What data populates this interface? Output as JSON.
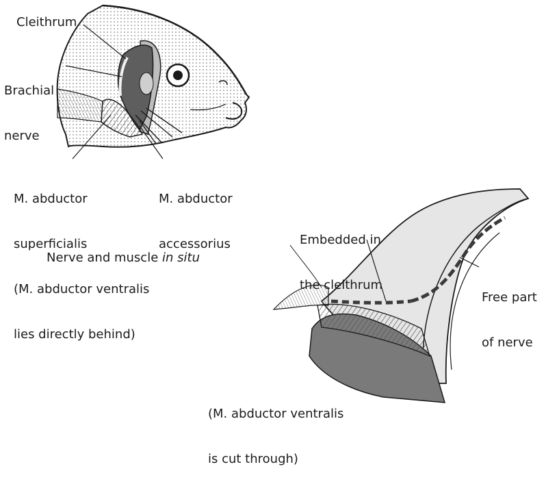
{
  "figure": {
    "in_situ": {
      "labels": {
        "cleithrum": "Cleithrum",
        "brachial_nerve": [
          "Brachial",
          "nerve"
        ],
        "abductor_superficialis": [
          "M. abductor",
          "superficialis",
          "(M. abductor ventralis",
          "lies directly behind)"
        ],
        "abductor_accessorius": [
          "M. abductor",
          "accessorius"
        ]
      },
      "caption": {
        "prefix": "Nerve and muscle ",
        "italic": "in situ"
      }
    },
    "dissection": {
      "labels": {
        "embedded": [
          "Embedded in",
          "the cleithrum"
        ],
        "free_part": [
          "Free part",
          "of nerve"
        ]
      },
      "caption": [
        "(M. abductor ventralis",
        "is cut through)"
      ]
    }
  },
  "colors": {
    "ink": "#1a1a1a",
    "body_shade": "#d9d9d9",
    "dark_shade": "#6e6e6e",
    "muscle_shade": "#8a8a8a",
    "nerve": "#3a3a3a"
  }
}
